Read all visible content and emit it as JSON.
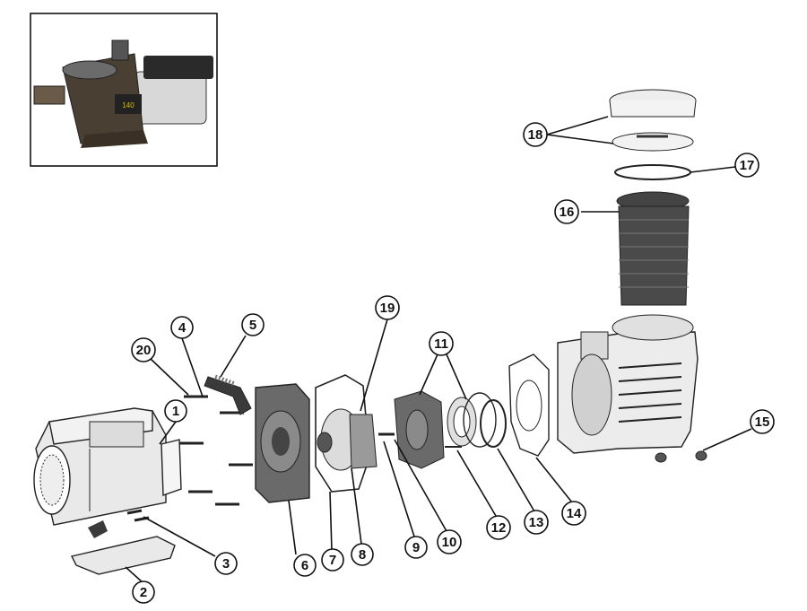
{
  "diagram": {
    "colors": {
      "ink": "#111111",
      "part_fill": "#e9e9e9",
      "dark_part": "#3a3a3a",
      "photo_bg": "#ffffff"
    },
    "inset_photo": {
      "label": "pool pump product photo"
    },
    "callouts": [
      {
        "id": "c1",
        "label": "1"
      },
      {
        "id": "c2",
        "label": "2"
      },
      {
        "id": "c3",
        "label": "3"
      },
      {
        "id": "c4",
        "label": "4"
      },
      {
        "id": "c5",
        "label": "5"
      },
      {
        "id": "c6",
        "label": "6"
      },
      {
        "id": "c7",
        "label": "7"
      },
      {
        "id": "c8",
        "label": "8"
      },
      {
        "id": "c9",
        "label": "9"
      },
      {
        "id": "c10",
        "label": "10"
      },
      {
        "id": "c11",
        "label": "11"
      },
      {
        "id": "c12",
        "label": "12"
      },
      {
        "id": "c13",
        "label": "13"
      },
      {
        "id": "c14",
        "label": "14"
      },
      {
        "id": "c15",
        "label": "15"
      },
      {
        "id": "c16",
        "label": "16"
      },
      {
        "id": "c17",
        "label": "17"
      },
      {
        "id": "c18",
        "label": "18"
      },
      {
        "id": "c19",
        "label": "19"
      },
      {
        "id": "c20",
        "label": "20"
      }
    ]
  }
}
